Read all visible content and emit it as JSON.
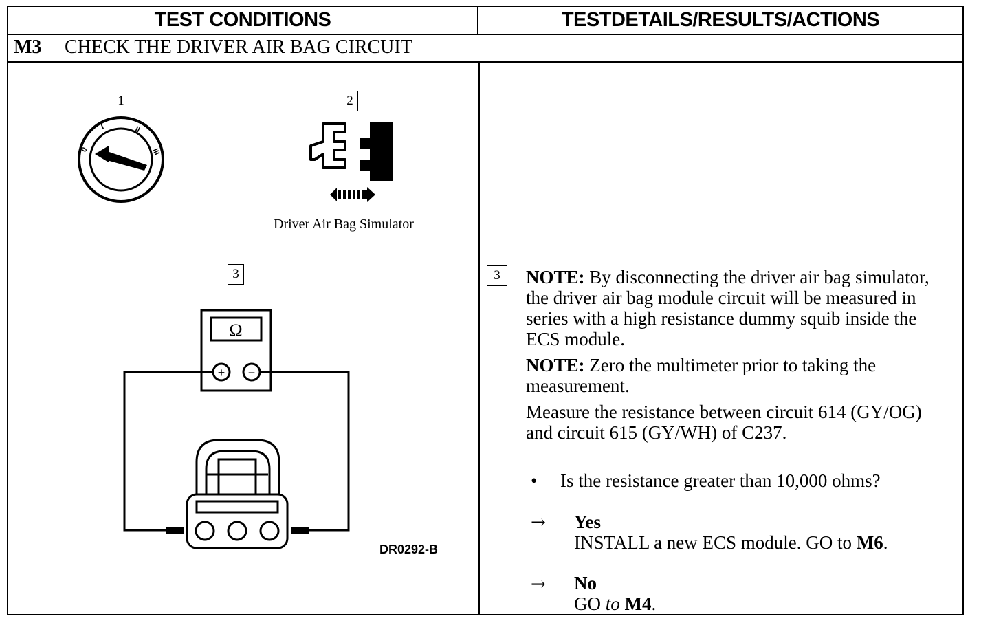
{
  "header": {
    "left": "TEST CONDITIONS",
    "right": "TESTDETAILS/RESULTS/ACTIONS"
  },
  "step": {
    "id": "M3",
    "title": "CHECK THE DRIVER AIR BAG CIRCUIT"
  },
  "figure": {
    "step1_number": "1",
    "step2_number": "2",
    "step3_number": "3",
    "ignition_marks": [
      "0",
      "I",
      "II",
      "III"
    ],
    "simulator_caption": "Driver Air Bag Simulator",
    "meter_symbol": "Ω",
    "plus": "+",
    "minus": "−",
    "figure_code": "DR0292-B"
  },
  "details": {
    "step_number": "3",
    "note1_label": "NOTE:",
    "note1_text": " By disconnecting the driver air bag simulator, the driver air bag module circuit will be measured in series with a high resistance dummy squib inside the ECS module.",
    "note2_label": "NOTE:",
    "note2_text": " Zero the multimeter prior to taking the measurement.",
    "measure_text": "Measure the resistance between circuit 614 (GY/OG) and circuit 615 (GY/WH) of C237.",
    "bullet": "•",
    "question": "Is the resistance greater than 10,000 ohms?",
    "arrow": "→",
    "yes_label": "Yes",
    "yes_action_text": "INSTALL a new ECS module. GO to ",
    "yes_action_target": "M6",
    "yes_action_end": ".",
    "no_label": "No",
    "no_action_go": "GO ",
    "no_action_to": "to ",
    "no_action_target": "M4",
    "no_action_end": "."
  }
}
